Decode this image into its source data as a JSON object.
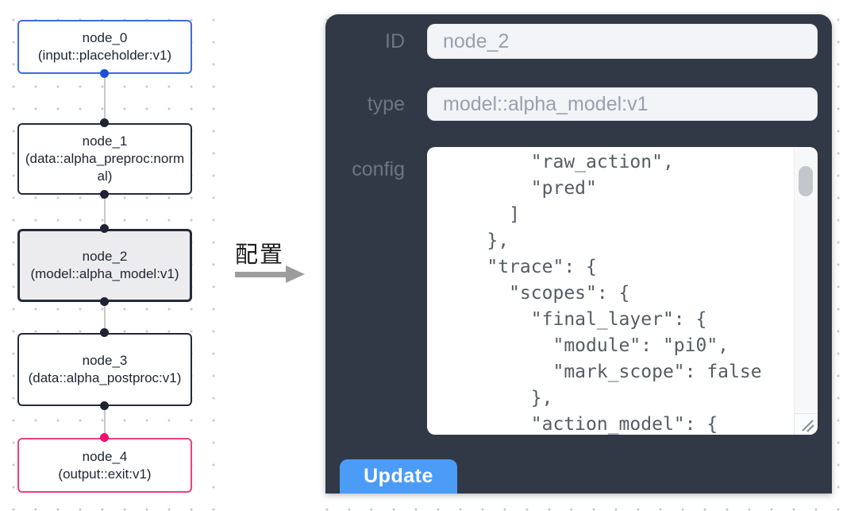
{
  "flowchart": {
    "nodes": [
      {
        "name": "node_0",
        "type": "(input::placeholder:v1)"
      },
      {
        "name": "node_1",
        "type": "(data::alpha_preproc:normal)"
      },
      {
        "name": "node_2",
        "type": "(model::alpha_model:v1)"
      },
      {
        "name": "node_3",
        "type": "(data::alpha_postproc:v1)"
      },
      {
        "name": "node_4",
        "type": "(output::exit:v1)"
      }
    ]
  },
  "arrow": {
    "label": "配置"
  },
  "panel": {
    "id_field": {
      "label": "ID",
      "value": "node_2"
    },
    "type_field": {
      "label": "type",
      "value": "model::alpha_model:v1"
    },
    "config_field": {
      "label": "config",
      "value": "        \"raw_action\",\n        \"pred\"\n      ]\n    },\n    \"trace\": {\n      \"scopes\": {\n        \"final_layer\": {\n          \"module\": \"pi0\",\n          \"mark_scope\": false\n        },\n        \"action_model\": {"
    },
    "update_label": "Update"
  },
  "colors": {
    "panel_bg": "#313947",
    "button_blue": "#4a9cf7",
    "node_input_blue": "#3e6cd9",
    "node_output_pink": "#e8427e",
    "port_blue": "#1c4fd8",
    "port_pink": "#ef0f6e",
    "port_dark": "#1e2431",
    "selected_node_bg": "#ececee"
  }
}
